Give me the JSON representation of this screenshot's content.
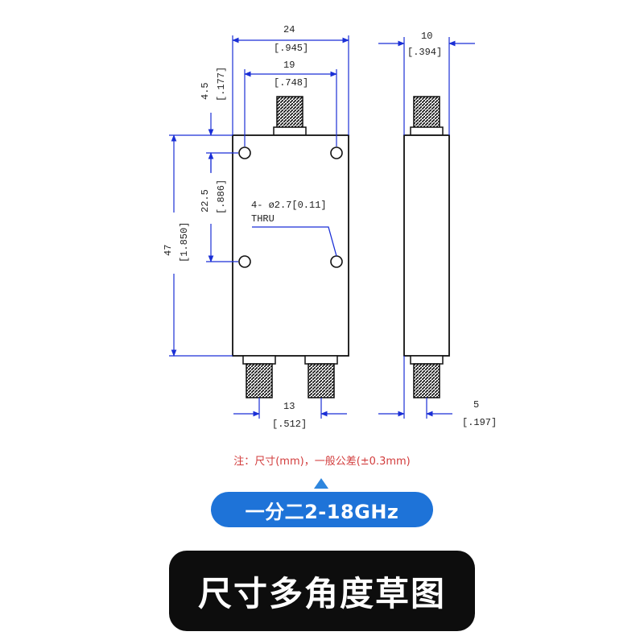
{
  "drawing": {
    "dims": {
      "top_width_mm": "24",
      "top_width_in": "[.945]",
      "hole_spacing_mm": "19",
      "hole_spacing_in": "[.748]",
      "edge_offset_mm": "4.5",
      "edge_offset_in": "[.177]",
      "hole_vertical_mm": "22.5",
      "hole_vertical_in": "[.886]",
      "height_mm": "47",
      "height_in": "[1.850]",
      "port_spacing_mm": "13",
      "port_spacing_in": "[.512]",
      "side_width_mm": "10",
      "side_width_in": "[.394]",
      "side_offset_mm": "5",
      "side_offset_in": "[.197]"
    },
    "hole_note_line1": "4- ø2.7[0.11]",
    "hole_note_line2": "THRU"
  },
  "note": "注：尺寸(mm)，一般公差(±0.3mm)",
  "pill_label": "一分二2-18GHz",
  "banner_label": "尺寸多角度草图",
  "colors": {
    "dimension_line": "#1a2fd6",
    "outline": "#111111",
    "note_text": "#d23c3c",
    "pill": "#1e73d8",
    "banner": "#0d0d0d"
  }
}
